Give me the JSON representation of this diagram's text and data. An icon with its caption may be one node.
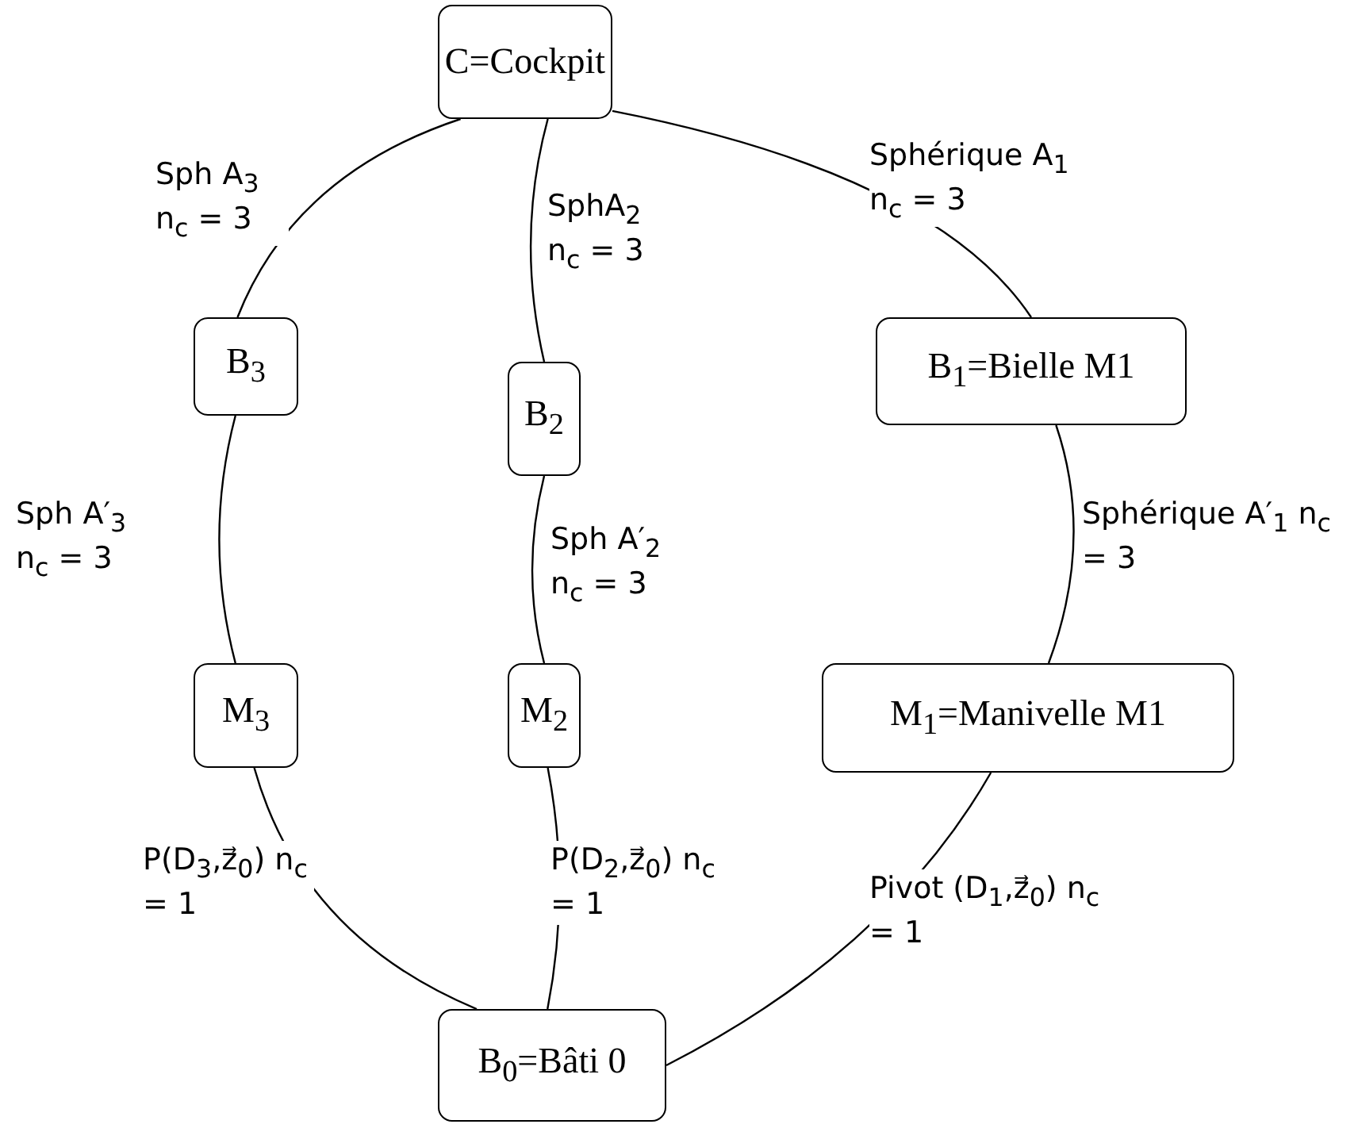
{
  "diagram": {
    "nodes": [
      {
        "text": [
          "C=Cockpit"
        ]
      },
      {
        "text": [
          "B$_{3}$"
        ]
      },
      {
        "text": [
          "B$_{2}$"
        ]
      },
      {
        "text": [
          "B$_{1}$=Bielle M1"
        ]
      },
      {
        "text": [
          "M$_{3}$"
        ]
      },
      {
        "text": [
          "M$_{2}$"
        ]
      },
      {
        "text": [
          "M$_{1}$=Manivelle M1"
        ]
      },
      {
        "text": [
          "B$_{0}$=Bâti 0"
        ]
      }
    ],
    "edges": [
      {
        "from": 0,
        "to": 1,
        "arrow": "none",
        "label": "Sph A$_{3}$ n$_{c}$ = 3"
      },
      {
        "from": 0,
        "to": 2,
        "arrow": "none",
        "label": "SphA$_{2}$ n$_{c}$ = 3"
      },
      {
        "from": 0,
        "to": 3,
        "arrow": "none",
        "label": "Sphérique A$_{1}$ n$_{c}$ = 3"
      },
      {
        "from": 1,
        "to": 4,
        "arrow": "none",
        "label": "Sph A′$_{3}$ n$_{c}$ = 3"
      },
      {
        "from": 2,
        "to": 5,
        "arrow": "none",
        "label": "Sph A′$_{2}$ n$_{c}$ = 3"
      },
      {
        "from": 3,
        "to": 6,
        "arrow": "none",
        "label": "Sphérique A′$_{1}$ n$_{c}$ = 3"
      },
      {
        "from": 4,
        "to": 7,
        "arrow": "none",
        "label": "P(D$_{3}$,z⃗$_{0}$) n$_{c}$ = 1"
      },
      {
        "from": 5,
        "to": 7,
        "arrow": "none",
        "label": "P(D$_{2}$,z⃗$_{0}$) n$_{c}$ = 1"
      },
      {
        "from": 6,
        "to": 7,
        "arrow": "none",
        "label": "Pivot (D$_{1}$,z⃗$_{0}$) n$_{c}$ = 1"
      }
    ]
  }
}
